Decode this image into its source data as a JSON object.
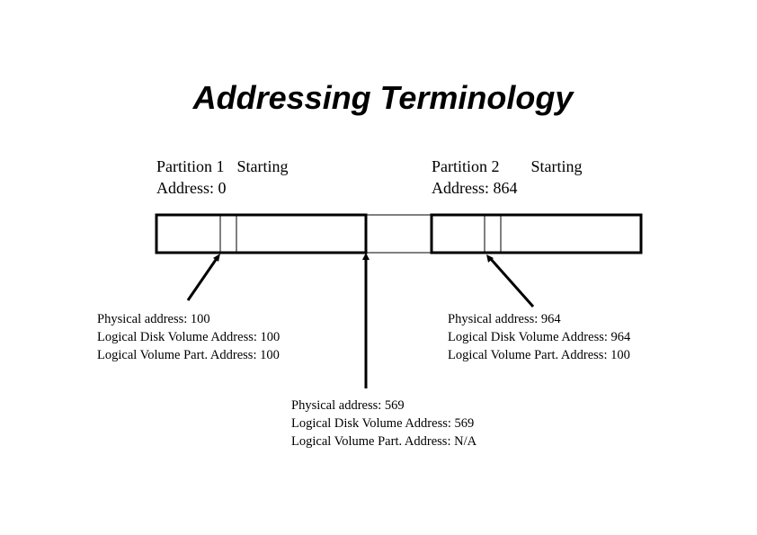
{
  "title": "Addressing Terminology",
  "partitions": [
    {
      "title_line": "Partition 1",
      "starting_word": "Starting",
      "address_line": "Address: 0"
    },
    {
      "title_line": "Partition 2",
      "starting_word": "Starting",
      "address_line": "Address: 864"
    }
  ],
  "callouts": {
    "left": {
      "physical": "Physical address: 100",
      "logical_disk": "Logical Disk Volume Address: 100",
      "logical_part": "Logical Volume Part. Address: 100"
    },
    "middle": {
      "physical": "Physical address: 569",
      "logical_disk": "Logical Disk Volume Address: 569",
      "logical_part": "Logical Volume Part. Address: N/A"
    },
    "right": {
      "physical": "Physical address: 964",
      "logical_disk": "Logical Disk Volume Address: 964",
      "logical_part": "Logical Volume Part. Address: 100"
    }
  },
  "colors": {
    "ink": "#000000",
    "background": "#ffffff"
  }
}
